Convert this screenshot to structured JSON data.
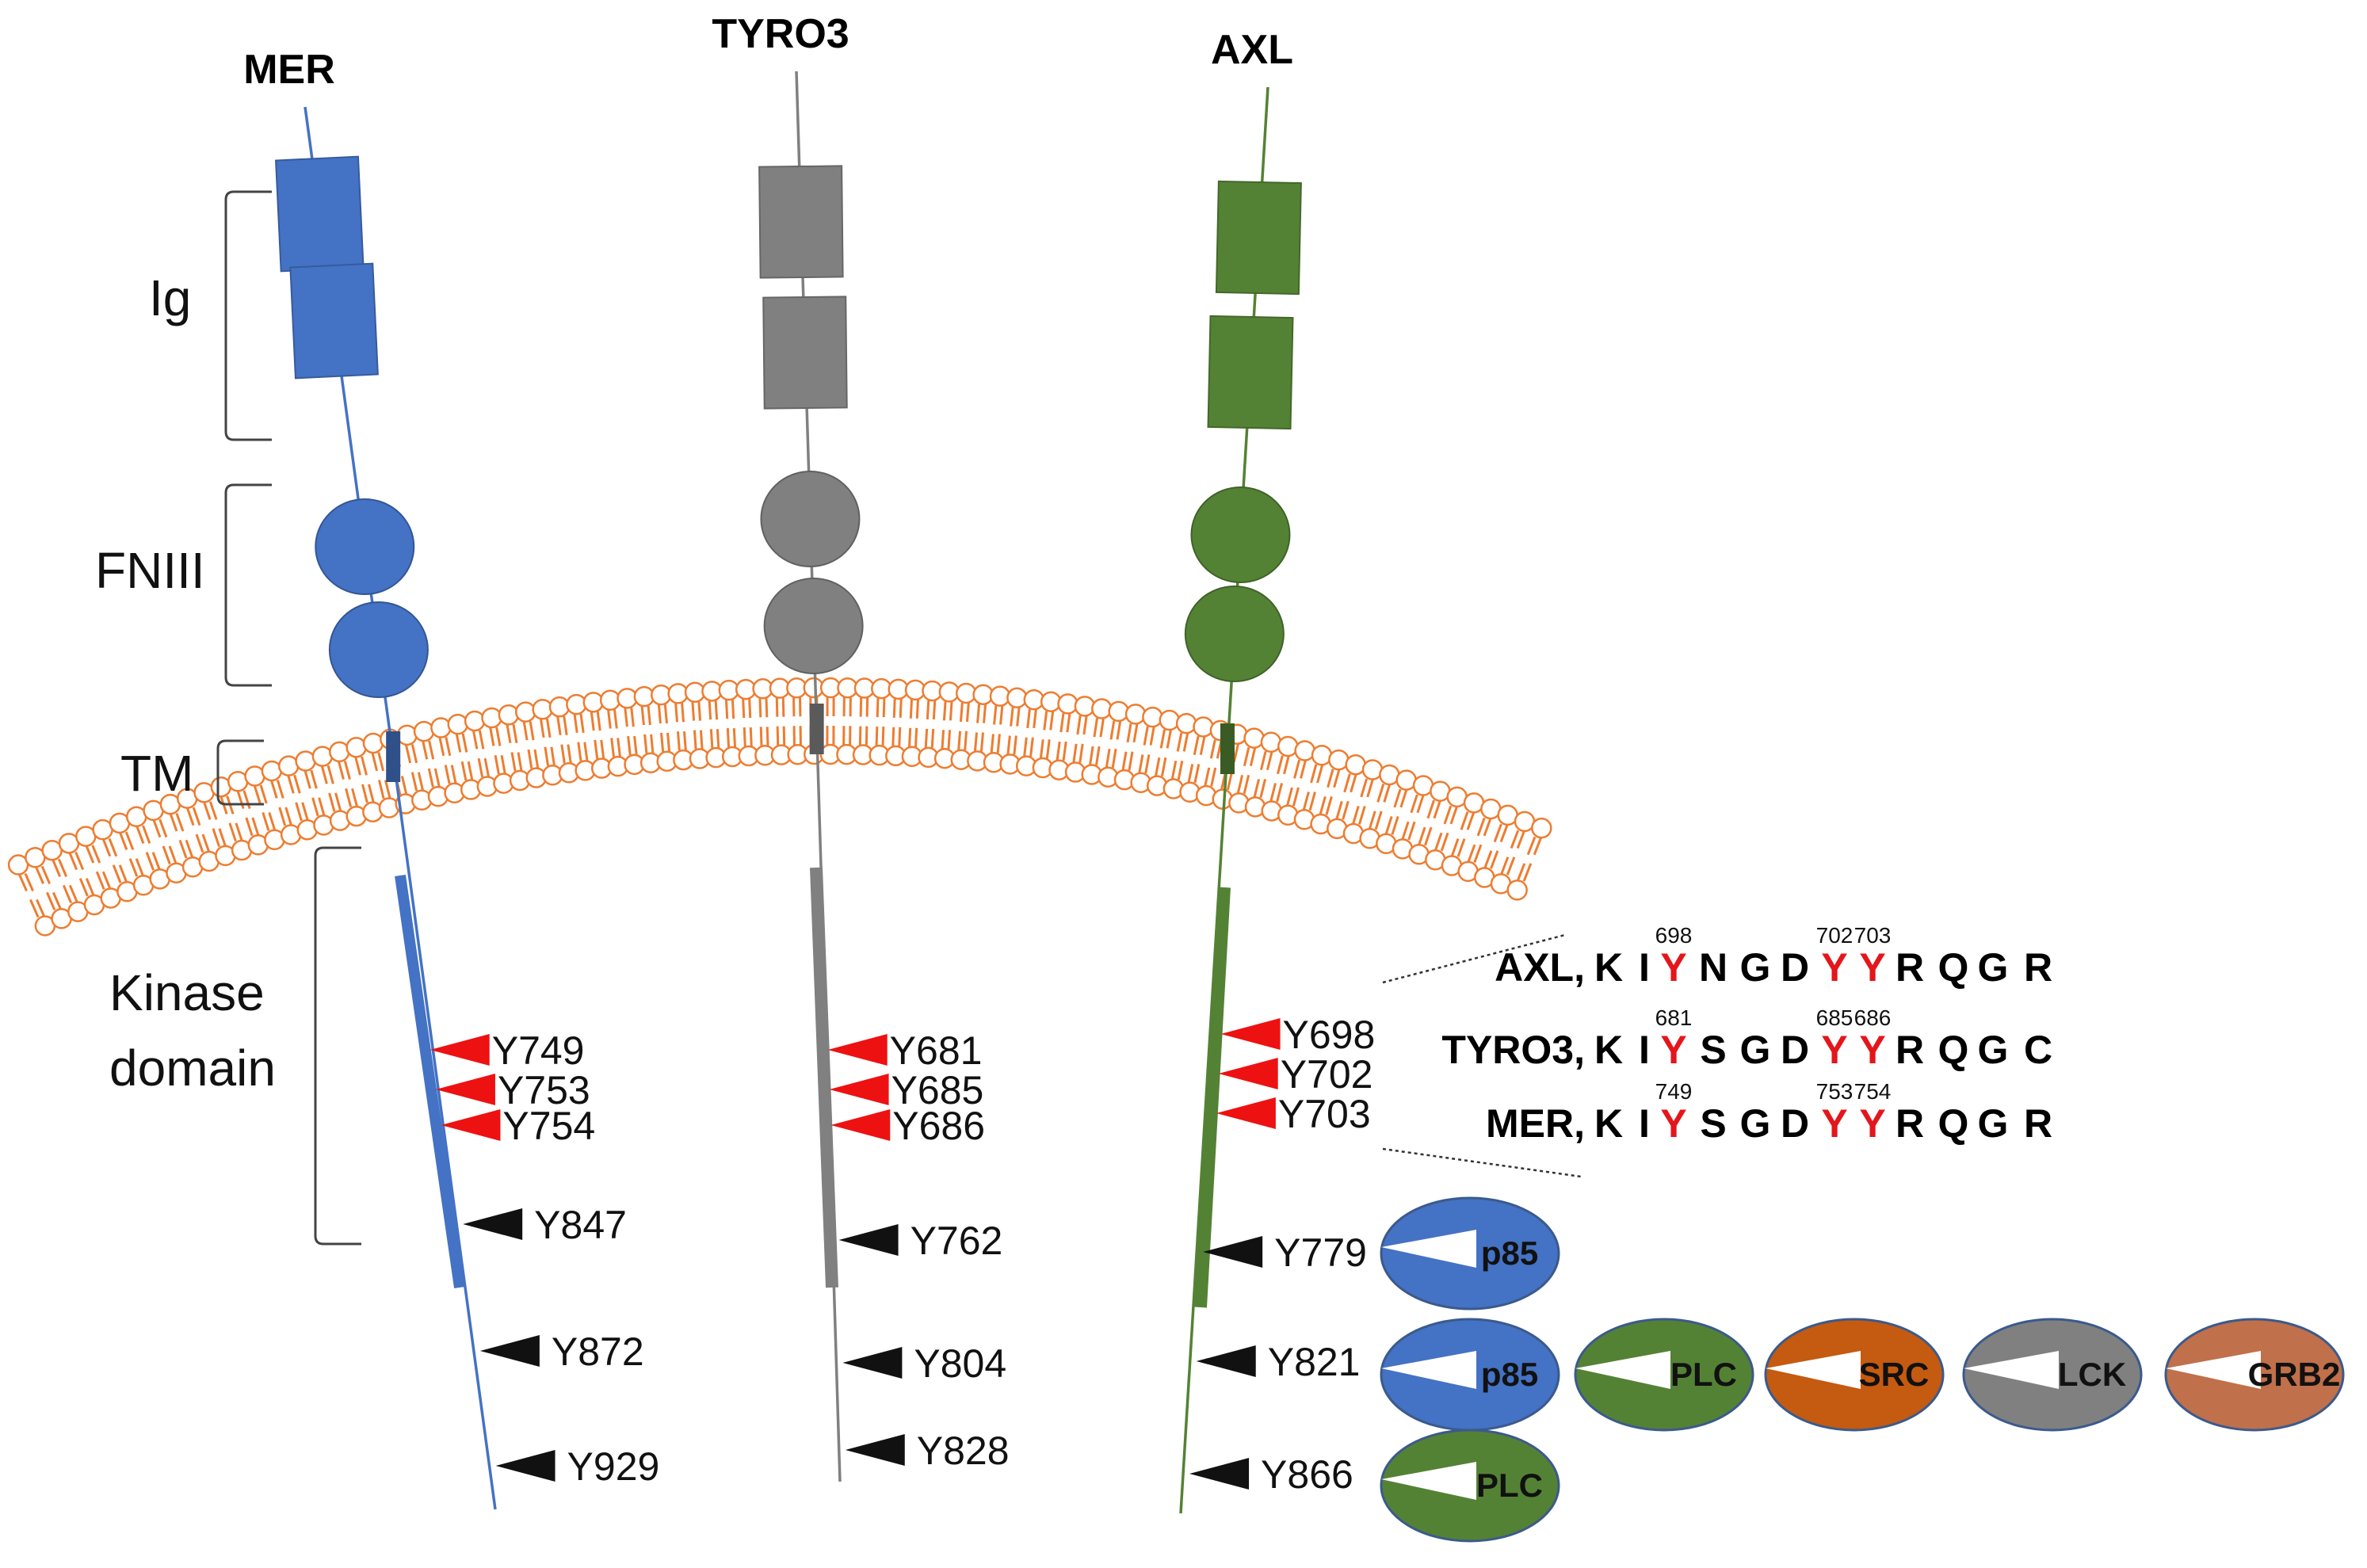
{
  "colors": {
    "mer": "#4472c4",
    "tyro3": "#808080",
    "axl": "#548235",
    "membrane": "#ed7d31",
    "pY_active": "#ee1111",
    "pY_other": "#111111",
    "seq_highlight": "#e4161b",
    "src": "#c55a11",
    "grb2": "#c0704a"
  },
  "receptors": [
    {
      "name": "MER",
      "color_key": "mer",
      "kinase_sites": [
        "Y749",
        "Y753",
        "Y754"
      ],
      "other_sites": [
        "Y847",
        "Y872",
        "Y929"
      ]
    },
    {
      "name": "TYRO3",
      "color_key": "tyro3",
      "kinase_sites": [
        "Y681",
        "Y685",
        "Y686"
      ],
      "other_sites": [
        "Y762",
        "Y804",
        "Y828"
      ]
    },
    {
      "name": "AXL",
      "color_key": "axl",
      "kinase_sites": [
        "Y698",
        "Y702",
        "Y703"
      ],
      "other_sites": [
        "Y779",
        "Y821",
        "Y866"
      ]
    }
  ],
  "domains": {
    "ig": "Ig",
    "fniii": "FNIII",
    "tm": "TM",
    "kinase_line1": "Kinase",
    "kinase_line2": "domain"
  },
  "alignment": [
    {
      "name": "AXL,",
      "residues": [
        "K",
        "I",
        "Y",
        "N",
        "G",
        "D",
        "Y",
        "Y",
        "R",
        "Q",
        "G",
        "R"
      ],
      "positions": [
        "698",
        "702",
        "703"
      ]
    },
    {
      "name": "TYRO3,",
      "residues": [
        "K",
        "I",
        "Y",
        "S",
        "G",
        "D",
        "Y",
        "Y",
        "R",
        "Q",
        "G",
        "C"
      ],
      "positions": [
        "681",
        "685",
        "686"
      ]
    },
    {
      "name": "MER,",
      "residues": [
        "K",
        "I",
        "Y",
        "S",
        "G",
        "D",
        "Y",
        "Y",
        "R",
        "Q",
        "G",
        "R"
      ],
      "positions": [
        "749",
        "753",
        "754"
      ]
    }
  ],
  "binding_partners": {
    "Y779": [
      {
        "label": "p85",
        "color_key": "mer"
      }
    ],
    "Y821": [
      {
        "label": "p85",
        "color_key": "mer"
      },
      {
        "label": "PLC",
        "color_key": "axl"
      },
      {
        "label": "SRC",
        "color_key": "src"
      },
      {
        "label": "LCK",
        "color_key": "tyro3"
      },
      {
        "label": "GRB2",
        "color_key": "grb2"
      }
    ],
    "Y866": [
      {
        "label": "PLC",
        "color_key": "axl"
      }
    ]
  }
}
